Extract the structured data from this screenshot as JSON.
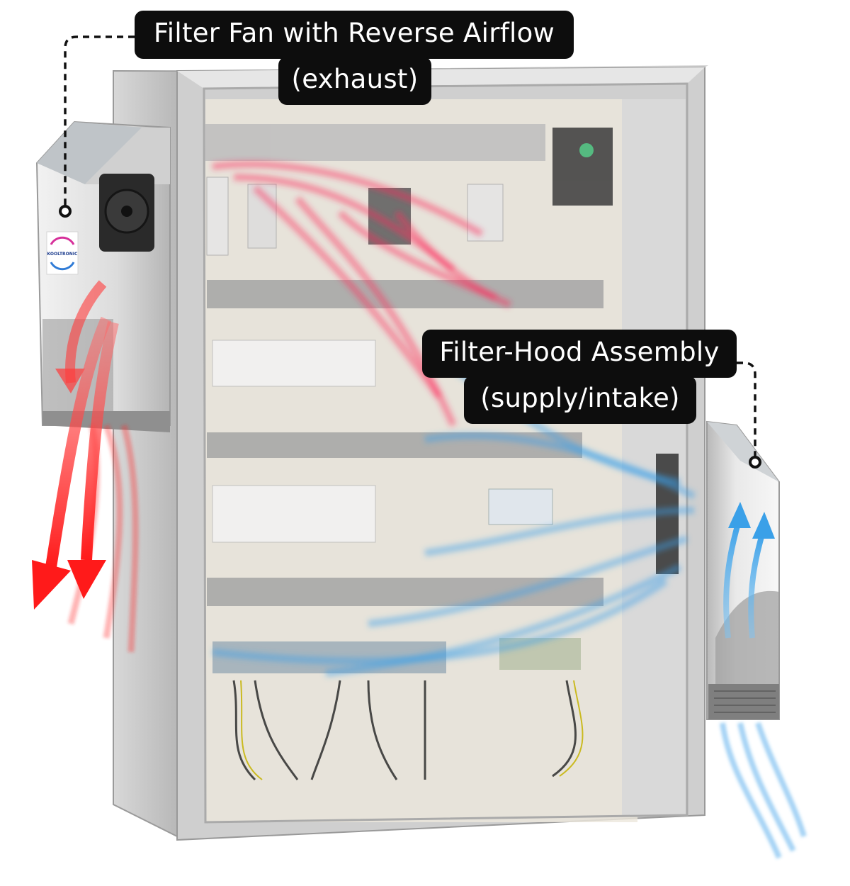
{
  "callouts": {
    "exhaust": {
      "line1": "Filter Fan with Reverse Airflow",
      "line2": "(exhaust)"
    },
    "intake": {
      "line1": "Filter-Hood Assembly",
      "line2": "(supply/intake)"
    }
  },
  "logo": {
    "text": "KOOLTRONIC"
  },
  "colors": {
    "exhaust_flow": "#ff2a2a",
    "intake_flow": "#3aa0e8",
    "enclosure": "#c9c9c9",
    "backplate": "#e4ddd0",
    "callout_bg": "#0d0d0d",
    "callout_text": "#ffffff"
  }
}
